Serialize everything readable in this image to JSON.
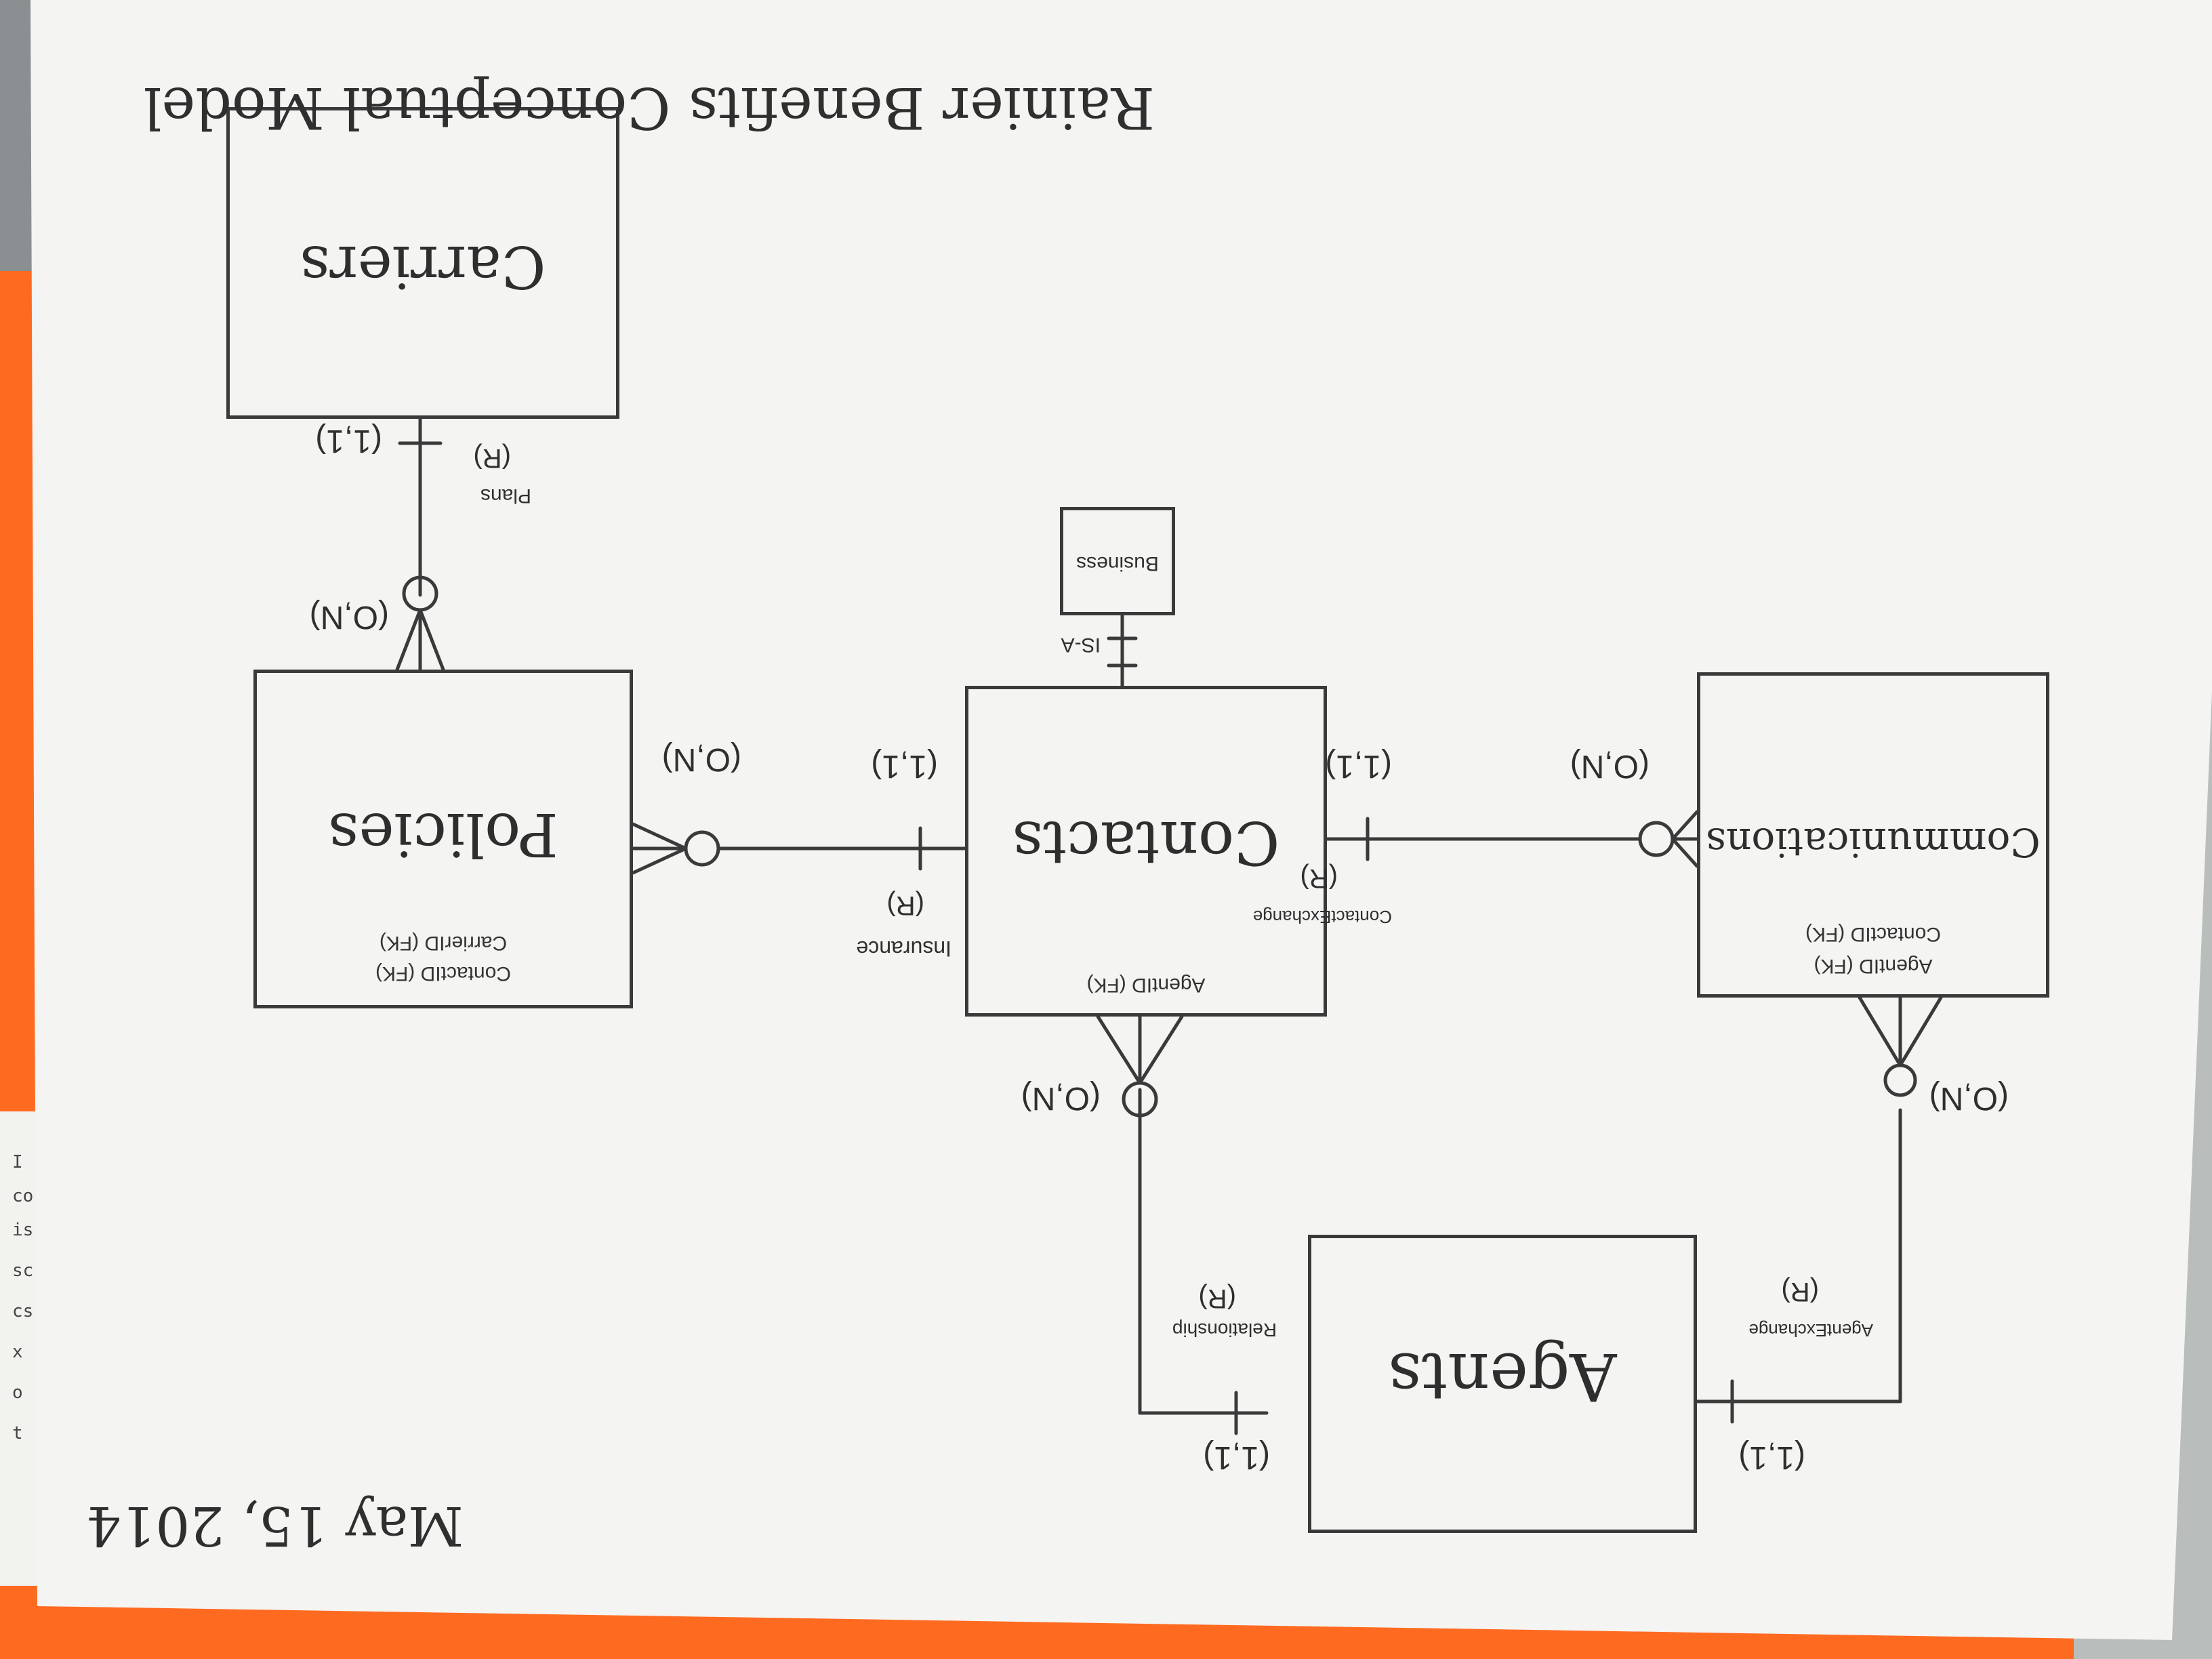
{
  "title": "Rainier Benefits Conceptual Model",
  "date": "May 15, 2014",
  "entities": {
    "carriers": {
      "name": "Carriers",
      "attributes": []
    },
    "policies": {
      "name": "Policies",
      "attributes": [
        "ContactID (FK)",
        "CarrierID (FK)"
      ]
    },
    "contacts": {
      "name": "Contacts",
      "attributes": [
        "AgentID (FK)"
      ]
    },
    "business": {
      "name": "Business",
      "attributes": []
    },
    "communications": {
      "name": "Communications",
      "attributes": [
        "AgentID (FK)",
        "ContactID (FK)"
      ]
    },
    "agents": {
      "name": "Agents",
      "attributes": []
    }
  },
  "relationships": {
    "plans": {
      "name": "Plans",
      "type": "(R)",
      "card_a": "(1,1)",
      "card_b": "(O,N)"
    },
    "insurance": {
      "name": "Insurance",
      "type": "(R)",
      "card_a": "(1,1)",
      "card_b": "(O,N)"
    },
    "is_a": {
      "name": "IS-A"
    },
    "contact_exchange": {
      "name": "ContactExchange",
      "type": "(R)",
      "card_a": "(1,1)",
      "card_b": "(O,N)"
    },
    "relationship": {
      "name": "Relationship",
      "type": "(R)",
      "card_a": "(1,1)",
      "card_b": "(O,N)"
    },
    "agent_exchange": {
      "name": "AgentExchange",
      "type": "(R)",
      "card_a": "(1,1)",
      "card_b": "(O,N)"
    }
  },
  "background_sheet_fragments": [
    "I",
    "co",
    "is",
    "sc",
    "cs",
    "x",
    "o",
    "t"
  ],
  "colors": {
    "ink": "#3a3a3a",
    "paper": "#f4f4f2",
    "folder": "#ff6a21"
  }
}
